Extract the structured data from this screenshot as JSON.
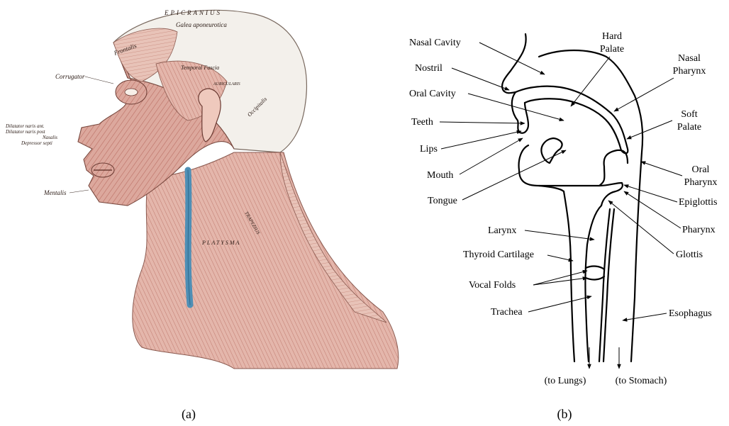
{
  "panel_a": {
    "caption": "(a)",
    "labels": {
      "epicranius": "EPICRANIUS",
      "galea": "Galea aponeurotica",
      "frontalis": "Frontalis",
      "temporal_fascia": "Temporal Fascia",
      "corrugator": "Corrugator",
      "dilatator_ant": "Dilatator naris ant.",
      "dilatator_post": "Dilatator naris post",
      "nasalis": "Nasalis",
      "depressor_septi": "Depressor septi",
      "mentalis": "Mentalis",
      "occipitalis": "Occipitalis",
      "auricularis": "AURICULARIS",
      "platysma": "PLATYSMA",
      "trapezius": "TRAPEZIUS"
    },
    "colors": {
      "muscle": "#d9a59b",
      "muscle_dark": "#b8645a",
      "skull": "#f2efea",
      "vein": "#4f8fb5"
    }
  },
  "panel_b": {
    "caption": "(b)",
    "labels": {
      "nasal_cavity": "Nasal Cavity",
      "nostril": "Nostril",
      "oral_cavity": "Oral Cavity",
      "teeth": "Teeth",
      "lips": "Lips",
      "mouth": "Mouth",
      "tongue": "Tongue",
      "larynx": "Larynx",
      "thyroid_cartilage": "Thyroid Cartilage",
      "vocal_folds": "Vocal Folds",
      "trachea": "Trachea",
      "hard_palate_1": "Hard",
      "hard_palate_2": "Palate",
      "nasal_pharynx_1": "Nasal",
      "nasal_pharynx_2": "Pharynx",
      "soft_palate_1": "Soft",
      "soft_palate_2": "Palate",
      "oral_pharynx_1": "Oral",
      "oral_pharynx_2": "Pharynx",
      "epiglottis": "Epiglottis",
      "pharynx": "Pharynx",
      "glottis": "Glottis",
      "esophagus": "Esophagus",
      "to_lungs": "(to Lungs)",
      "to_stomach": "(to Stomach)"
    }
  }
}
